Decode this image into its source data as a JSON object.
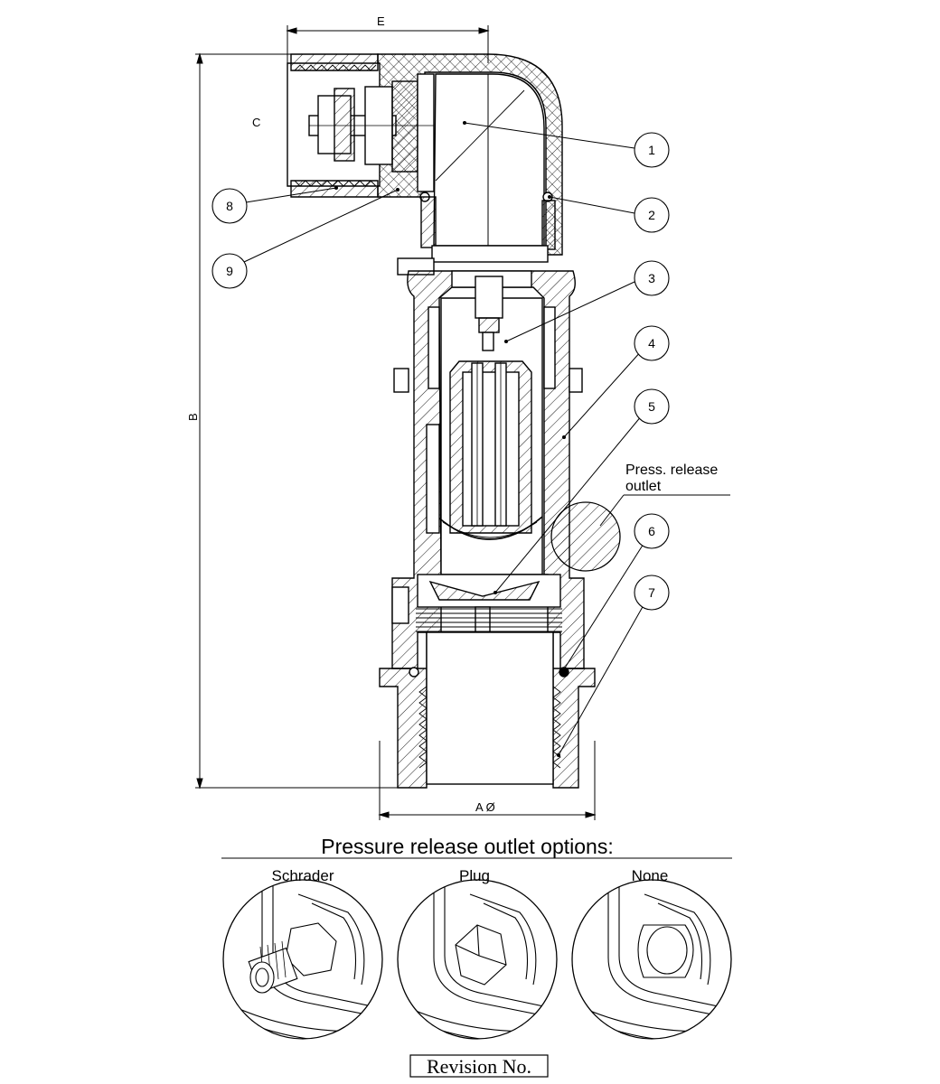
{
  "dimensions": {
    "e": "E",
    "c": "C",
    "b": "B",
    "a": "A Ø"
  },
  "balloons": [
    "1",
    "2",
    "3",
    "4",
    "5",
    "6",
    "7",
    "8",
    "9"
  ],
  "callout": {
    "line1": "Press. release",
    "line2": "outlet"
  },
  "options": {
    "title": "Pressure release outlet options:",
    "items": [
      {
        "label": "Schrader"
      },
      {
        "label": "Plug"
      },
      {
        "label": "None"
      }
    ]
  },
  "revision": "Revision No."
}
